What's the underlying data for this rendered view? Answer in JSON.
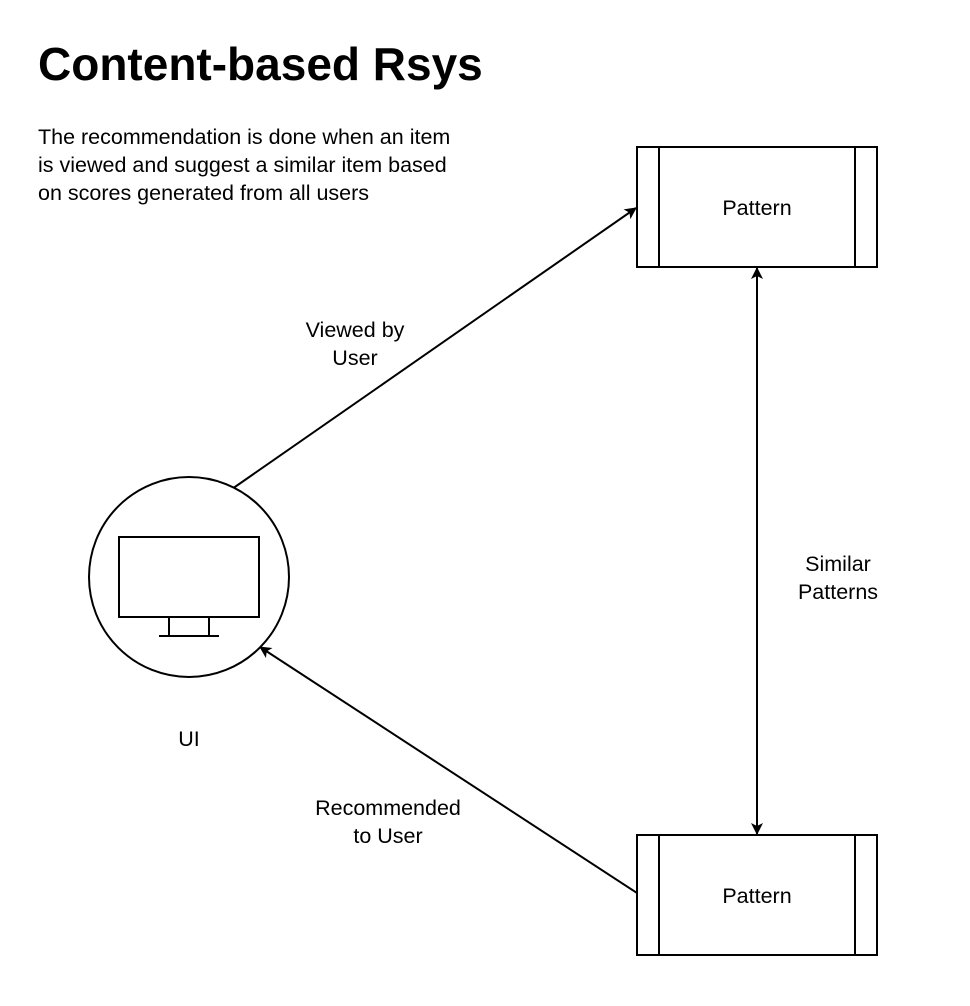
{
  "title": "Content-based Rsys",
  "description": {
    "lines": [
      "The recommendation is done when an item",
      "is viewed and suggest a similar item based",
      "on scores generated from all users"
    ]
  },
  "nodes": {
    "ui": {
      "label": "UI",
      "icon": "monitor-icon"
    },
    "pattern_top": {
      "label": "Pattern"
    },
    "pattern_bottom": {
      "label": "Pattern"
    }
  },
  "edges": {
    "viewed_by_user": {
      "lines": [
        "Viewed by",
        "User"
      ]
    },
    "recommended_to_user": {
      "lines": [
        "Recommended",
        "to User"
      ]
    },
    "similar_patterns": {
      "lines": [
        "Similar",
        "Patterns"
      ]
    }
  },
  "colors": {
    "stroke": "#000000",
    "background": "#ffffff"
  }
}
